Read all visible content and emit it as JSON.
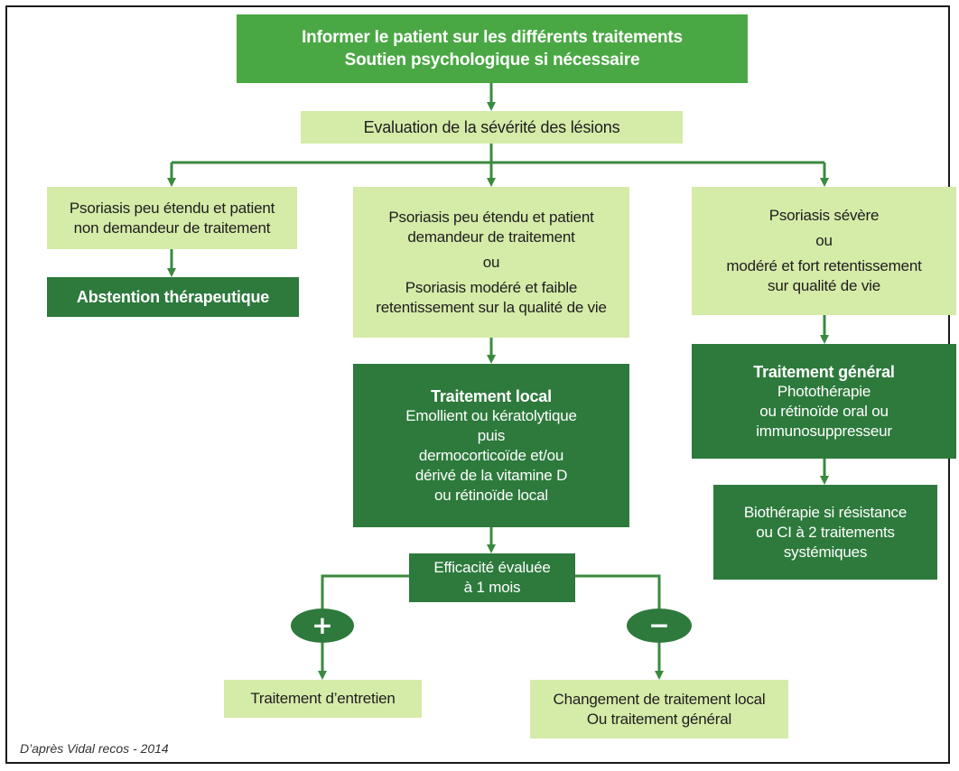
{
  "top_box": {
    "line1": "Informer le patient sur les différents traitements",
    "line2": "Soutien psychologique si nécessaire"
  },
  "evaluation_box": {
    "text": "Evaluation de la sévérité des lésions"
  },
  "left_branch": {
    "condition_line1": "Psoriasis peu étendu et patient",
    "condition_line2": "non demandeur de traitement",
    "result": "Abstention thérapeutique"
  },
  "middle_branch": {
    "condition_line1": "Psoriasis peu étendu et patient",
    "condition_line2": "demandeur de traitement",
    "condition_or": "ou",
    "condition_line3": "Psoriasis modéré et faible",
    "condition_line4": "retentissement sur la qualité de vie",
    "treatment_title": "Traitement local",
    "treatment_line1": "Emollient ou kératolytique",
    "treatment_line2": "puis",
    "treatment_line3": "dermocorticoïde et/ou",
    "treatment_line4": "dérivé de la vitamine D",
    "treatment_line5": "ou rétinoïde local",
    "efficacy_line1": "Efficacité évaluée",
    "efficacy_line2": "à 1 mois"
  },
  "right_branch": {
    "condition_line1": "Psoriasis sévère",
    "condition_or": "ou",
    "condition_line2": "modéré et fort retentissement",
    "condition_line3": "sur qualité de vie",
    "treatment_title": "Traitement général",
    "treatment_line1": "Photothérapie",
    "treatment_line2": "ou rétinoïde oral ou",
    "treatment_line3": "immunosuppresseur",
    "biotherapy_line1": "Biothérapie si résistance",
    "biotherapy_line2": "ou CI à 2 traitements",
    "biotherapy_line3": "systémiques"
  },
  "outcomes": {
    "positive_symbol": "+",
    "negative_symbol": "−",
    "positive_result": "Traitement d’entretien",
    "negative_result_line1": "Changement de traitement local",
    "negative_result_line2": "Ou traitement général"
  },
  "source": "D’après Vidal recos - 2014",
  "colors": {
    "mid_green": "#4aa844",
    "light_green": "#d5eba8",
    "dark_green": "#2d7a3c",
    "connector": "#3a8a3f"
  }
}
